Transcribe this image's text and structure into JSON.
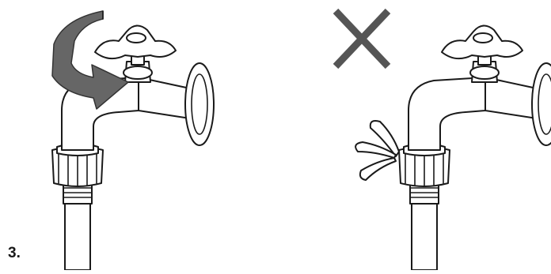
{
  "instruction": {
    "step_label": "3."
  },
  "panels": [
    {
      "id": "correct",
      "icon": "turn-tap-arrow-icon"
    },
    {
      "id": "wrong",
      "icon": "cross-icon",
      "leak_icon": "water-splash-icon"
    }
  ],
  "colors": {
    "line": "#1a1a1a",
    "arrow": "#666666",
    "cross": "#555555"
  }
}
